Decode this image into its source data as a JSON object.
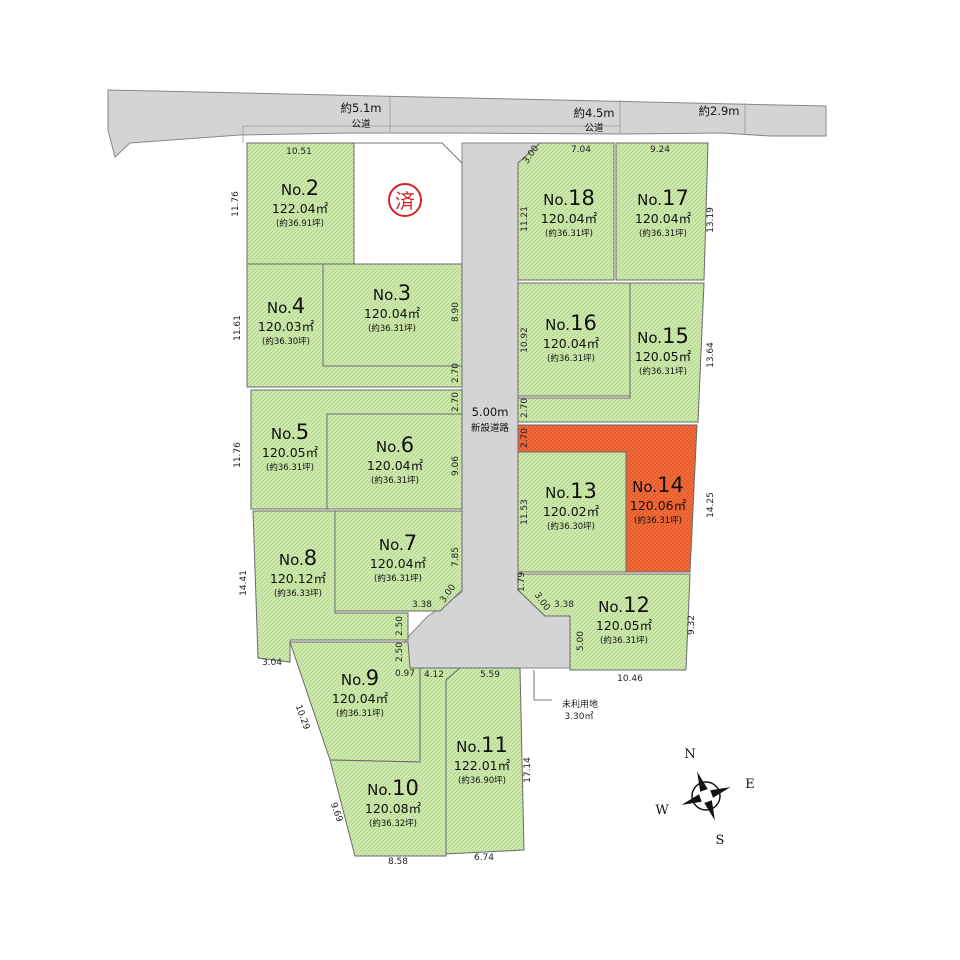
{
  "roads": {
    "public_west": {
      "width": "約5.1m",
      "name": "公道"
    },
    "public_mid": {
      "width": "約4.5m",
      "name": "公道"
    },
    "public_east": {
      "width": "約2.9m"
    },
    "new_road": {
      "width": "5.00m",
      "name": "新設道路"
    }
  },
  "sold_mark": "済",
  "unused_land": {
    "label": "未利用地",
    "area": "3.30㎡"
  },
  "compass": {
    "n": "N",
    "e": "E",
    "s": "S",
    "w": "W"
  },
  "colors": {
    "lot_fill": "#cfe8b0",
    "highlight": "#f06a3a",
    "road": "#d4d4d4",
    "sold_stamp": "#d0262a"
  },
  "lots": [
    {
      "id": "2",
      "no": "No.",
      "num": "2",
      "area": "122.04㎡",
      "tsubo": "(約36.91坪)"
    },
    {
      "id": "3",
      "no": "No.",
      "num": "3",
      "area": "120.04㎡",
      "tsubo": "(約36.31坪)"
    },
    {
      "id": "4",
      "no": "No.",
      "num": "4",
      "area": "120.03㎡",
      "tsubo": "(約36.30坪)"
    },
    {
      "id": "5",
      "no": "No.",
      "num": "5",
      "area": "120.05㎡",
      "tsubo": "(約36.31坪)"
    },
    {
      "id": "6",
      "no": "No.",
      "num": "6",
      "area": "120.04㎡",
      "tsubo": "(約36.31坪)"
    },
    {
      "id": "7",
      "no": "No.",
      "num": "7",
      "area": "120.04㎡",
      "tsubo": "(約36.31坪)"
    },
    {
      "id": "8",
      "no": "No.",
      "num": "8",
      "area": "120.12㎡",
      "tsubo": "(約36.33坪)"
    },
    {
      "id": "9",
      "no": "No.",
      "num": "9",
      "area": "120.04㎡",
      "tsubo": "(約36.31坪)"
    },
    {
      "id": "10",
      "no": "No.",
      "num": "10",
      "area": "120.08㎡",
      "tsubo": "(約36.32坪)"
    },
    {
      "id": "11",
      "no": "No.",
      "num": "11",
      "area": "122.01㎡",
      "tsubo": "(約36.90坪)"
    },
    {
      "id": "12",
      "no": "No.",
      "num": "12",
      "area": "120.05㎡",
      "tsubo": "(約36.31坪)"
    },
    {
      "id": "13",
      "no": "No.",
      "num": "13",
      "area": "120.02㎡",
      "tsubo": "(約36.30坪)"
    },
    {
      "id": "14",
      "no": "No.",
      "num": "14",
      "area": "120.06㎡",
      "tsubo": "(約36.31坪)",
      "highlighted": true
    },
    {
      "id": "15",
      "no": "No.",
      "num": "15",
      "area": "120.05㎡",
      "tsubo": "(約36.31坪)"
    },
    {
      "id": "16",
      "no": "No.",
      "num": "16",
      "area": "120.04㎡",
      "tsubo": "(約36.31坪)"
    },
    {
      "id": "17",
      "no": "No.",
      "num": "17",
      "area": "120.04㎡",
      "tsubo": "(約36.31坪)"
    },
    {
      "id": "18",
      "no": "No.",
      "num": "18",
      "area": "120.04㎡",
      "tsubo": "(約36.31坪)"
    }
  ],
  "dims": {
    "d_10_51": "10.51",
    "d_11_76a": "11.76",
    "d_11_61": "11.61",
    "d_11_76b": "11.76",
    "d_14_41": "14.41",
    "d_3_04": "3.04",
    "d_10_29": "10.29",
    "d_9_69": "9.69",
    "d_8_58": "8.58",
    "d_6_74": "6.74",
    "d_17_14": "17.14",
    "d_0_97": "0.97",
    "d_4_12": "4.12",
    "d_5_59": "5.59",
    "d_2_50a": "2.50",
    "d_2_50b": "2.50",
    "d_3_38a": "3.38",
    "d_3_00a": "3.00",
    "d_7_85": "7.85",
    "d_9_06": "9.06",
    "d_2_70a": "2.70",
    "d_2_70b": "2.70",
    "d_8_90": "8.90",
    "d_3_00b": "3.00",
    "d_7_04": "7.04",
    "d_9_24": "9.24",
    "d_11_21": "11.21",
    "d_13_19": "13.19",
    "d_10_92": "10.92",
    "d_13_64": "13.64",
    "d_2_70c": "2.70",
    "d_2_70d": "2.70",
    "d_11_53": "11.53",
    "d_14_25": "14.25",
    "d_1_79": "1.79",
    "d_3_00c": "3.00",
    "d_3_38b": "3.38",
    "d_5_00": "5.00",
    "d_9_32": "9.32",
    "d_10_46": "10.46"
  }
}
